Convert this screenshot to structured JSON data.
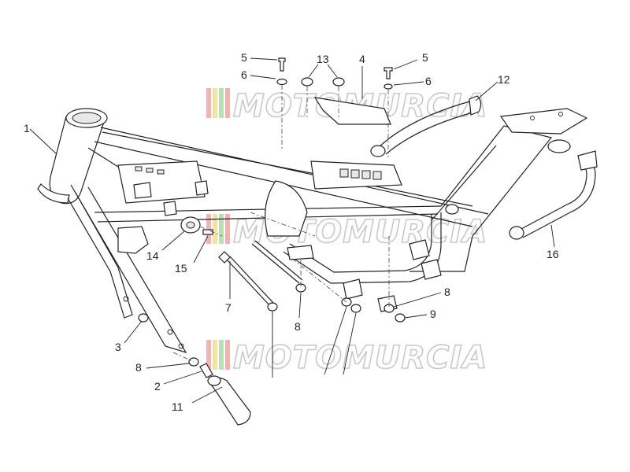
{
  "watermark": {
    "text": "MOTOMURCIA",
    "stripe_colors": [
      "#f0b7b2",
      "#f3e3a3",
      "#b9e0b5",
      "#f3b0b0"
    ]
  },
  "callouts": [
    {
      "id": "c1",
      "label": "1"
    },
    {
      "id": "c2",
      "label": "2"
    },
    {
      "id": "c3",
      "label": "3"
    },
    {
      "id": "c4",
      "label": "4"
    },
    {
      "id": "c5a",
      "label": "5"
    },
    {
      "id": "c5b",
      "label": "5"
    },
    {
      "id": "c6a",
      "label": "6"
    },
    {
      "id": "c6b",
      "label": "6"
    },
    {
      "id": "c7",
      "label": "7"
    },
    {
      "id": "c8a",
      "label": "8"
    },
    {
      "id": "c8b",
      "label": "8"
    },
    {
      "id": "c8c",
      "label": "8"
    },
    {
      "id": "c9",
      "label": "9"
    },
    {
      "id": "c11",
      "label": "11"
    },
    {
      "id": "c12",
      "label": "12"
    },
    {
      "id": "c13",
      "label": "13"
    },
    {
      "id": "c14",
      "label": "14"
    },
    {
      "id": "c15",
      "label": "15"
    },
    {
      "id": "c16",
      "label": "16"
    }
  ]
}
